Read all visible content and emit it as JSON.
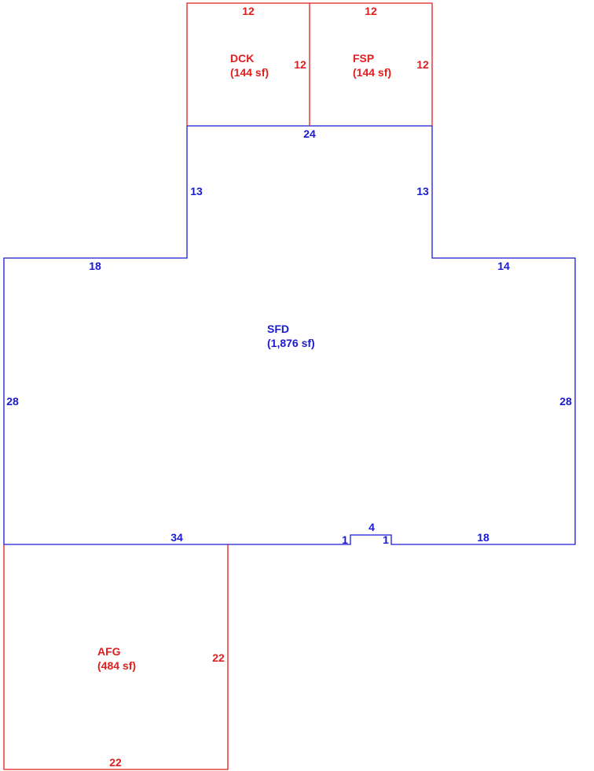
{
  "colors": {
    "main_area": "#1a1ad4",
    "addition": "#e01e1e",
    "background": "#ffffff"
  },
  "areas": {
    "dck": {
      "code": "DCK",
      "size": "(144 sf)"
    },
    "fsp": {
      "code": "FSP",
      "size": "(144 sf)"
    },
    "sfd": {
      "code": "SFD",
      "size": "(1,876 sf)"
    },
    "afg": {
      "code": "AFG",
      "size": "(484 sf)"
    }
  },
  "dimensions": {
    "dck_top": "12",
    "dck_right": "12",
    "fsp_top": "12",
    "fsp_right": "12",
    "sfd_top": "24",
    "sfd_upper_left": "13",
    "sfd_upper_right": "13",
    "sfd_left_ledge": "18",
    "sfd_right_ledge": "14",
    "sfd_left": "28",
    "sfd_right": "28",
    "sfd_bottom_left": "34",
    "sfd_bump_left": "1",
    "sfd_bump_top": "4",
    "sfd_bump_right": "1",
    "sfd_bottom_right": "18",
    "afg_right": "22",
    "afg_bottom": "22"
  }
}
